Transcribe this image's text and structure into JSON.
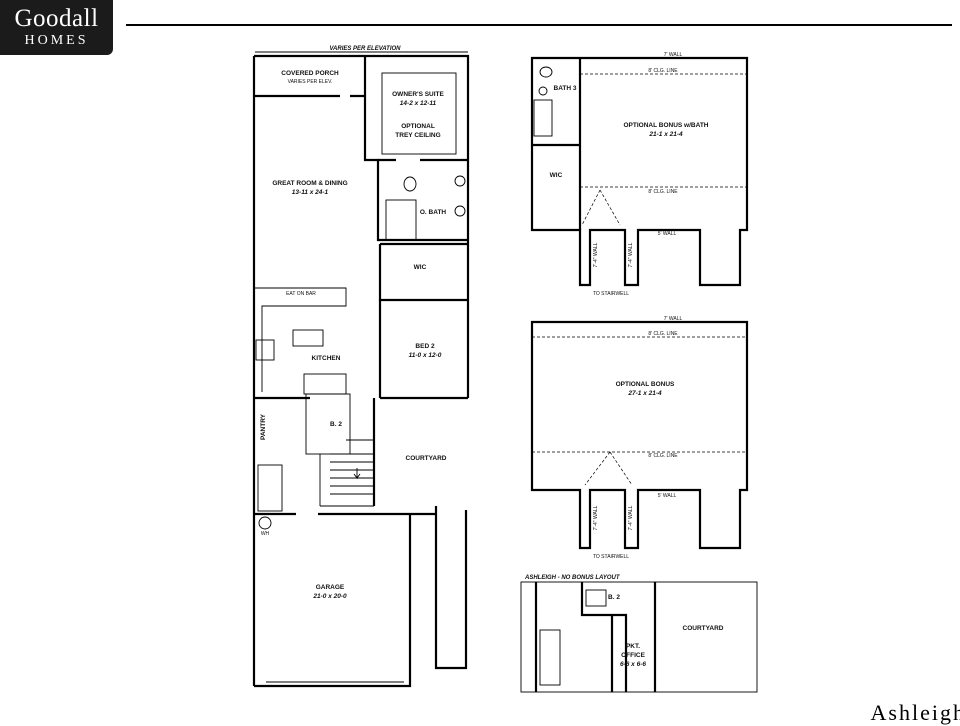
{
  "brand": {
    "name": "Goodall",
    "sub": "HOMES"
  },
  "corner_title": "Ashleigh",
  "first_floor": {
    "top_note": "VARIES PER ELEVATION",
    "covered_porch": "COVERED PORCH",
    "covered_porch_note": "VARIES PER ELEV.",
    "owners_suite": "OWNER'S SUITE",
    "owners_suite_dim": "14-2 x 12-11",
    "trey_1": "OPTIONAL",
    "trey_2": "TREY CEILING",
    "great_room": "GREAT ROOM & DINING",
    "great_room_dim": "13-11 x 24-1",
    "o_bath": "O. BATH",
    "wic": "WIC",
    "eat_on_bar": "EAT ON BAR",
    "kitchen": "KITCHEN",
    "bed2": "BED 2",
    "bed2_dim": "11-0 x 12-0",
    "pantry": "PANTRY",
    "b2": "B. 2",
    "courtyard": "COURTYARD",
    "wh": "WH",
    "garage": "GARAGE",
    "garage_dim": "21-0 x 20-0"
  },
  "bonus_bath": {
    "wall_7": "7' WALL",
    "clg_8": "8' CLG. LINE",
    "bath3": "BATH 3",
    "optional_bonus": "OPTIONAL BONUS w/BATH",
    "optional_bonus_dim": "21-1 x 21-4",
    "wic": "WIC",
    "clg_8_lower": "8' CLG. LINE",
    "wall_5": "5' WALL",
    "side_wall_a": "7'-4\" WALL",
    "side_wall_b": "7'-4\" WALL",
    "to_stairwell": "TO STAIRWELL"
  },
  "bonus_plain": {
    "wall_7": "7' WALL",
    "clg_8": "8' CLG. LINE",
    "optional_bonus": "OPTIONAL BONUS",
    "optional_bonus_dim": "27-1 x 21-4",
    "clg_8_lower": "8' CLG. LINE",
    "wall_5": "5' WALL",
    "side_wall_a": "7'-4\" WALL",
    "side_wall_b": "7'-4\" WALL",
    "to_stairwell": "TO STAIRWELL"
  },
  "no_bonus": {
    "title": "ASHLEIGH - NO BONUS LAYOUT",
    "b2": "B. 2",
    "pkt_office_1": "PKT.",
    "pkt_office_2": "OFFICE",
    "pkt_office_dim": "6-6 x 6-6",
    "courtyard": "COURTYARD"
  }
}
